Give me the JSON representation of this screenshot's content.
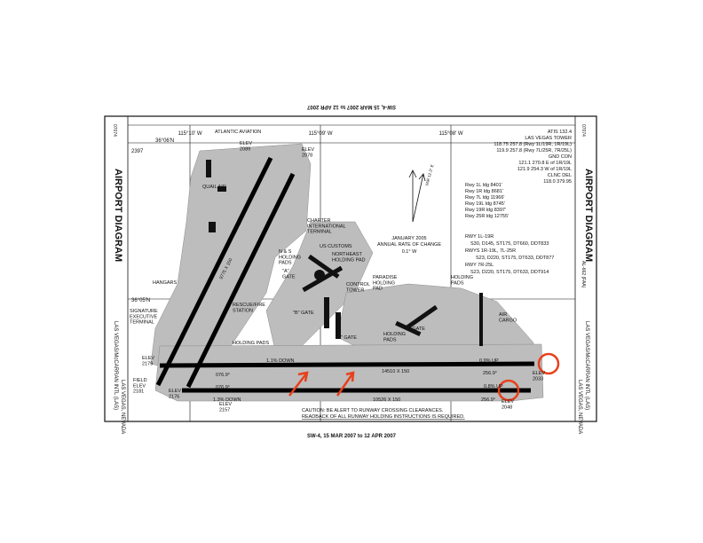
{
  "chart": {
    "title": "AIRPORT DIAGRAM",
    "code_top": "07074",
    "code_side": "AL-662 (FAA)",
    "name_left": "LAS VEGAS/McCARRAN INTL (LAS)",
    "city_left": "LAS VEGAS, NEVADA",
    "name_right": "LAS VEGAS/McCARRAN INTL (LAS)",
    "city_right": "LAS VEGAS, NEVADA",
    "cycle": "SW-4, 15 MAR 2007 to 12 APR 2007"
  },
  "coords": {
    "lon_left": "115°10' W",
    "lon_mid": "115°09' W",
    "lon_right": "115°08' W",
    "lat_top": "36°06'N",
    "lat_mid": "36°05'N"
  },
  "freqs": [
    "ATIS 132.4",
    "LAS VEGAS TOWER",
    "118.75  257.8  (Rwy 1L/19R, 1R/19L)",
    "119.9  257.8  (Rwy 7L/25R, 7R/25L)",
    "GND CON",
    "121.1  270.8 E of 1R/19L",
    "121.9  254.3 W of 1R/19L",
    "CLNC DEL",
    "118.0  379.95"
  ],
  "rwy_lengths": [
    "Rwy 1L ldg 8401'",
    "Rwy 1R ldg 8681'",
    "Rwy 7L ldg 11966'",
    "Rwy 19L ldg 8745'",
    "Rwy 19R ldg 8397'",
    "Rwy 25R ldg 12755'"
  ],
  "pcn": [
    "RWY  1L-19R",
    "S30, D145, ST175, DT660, DDT833",
    "RWYS  1R-19L, 7L-25R",
    "S23, D220, ST175, DT633, DDT877",
    "RWY  7R-25L",
    "S23, D220, ST175, DT633, DDT914"
  ],
  "magvar": {
    "date": "JANUARY 2005",
    "label": "ANNUAL RATE OF CHANGE",
    "rate": "0.1° W",
    "var": "VAR 12.3° E"
  },
  "labels": {
    "elev_2397": "2397",
    "atlantic": "ATLANTIC AVIATION",
    "elev_2089": "ELEV\n2089",
    "elev_2078": "ELEV\n2078",
    "quail": "QUAIL AIR",
    "charter": "CHARTER\nINTERNATIONAL\nTERMINAL",
    "customs": "US CUSTOMS",
    "nsholding": "N & S\nHOLDING\nPADS",
    "neholding": "NORTHEAST\nHOLDING PAD",
    "agate": "\"A\"\nGATE",
    "tower": "CONTROL\nTOWER",
    "paradise": "PARADISE\nHOLDING\nPAD",
    "holdpads_ne": "HOLDING\nPADS",
    "hangars": "HANGARS",
    "rescue": "RESCUE/FIRE\nSTATION",
    "bgate": "\"B\" GATE",
    "cgate": "\"C\" GATE",
    "dgate": "\"D\" GATE",
    "signature": "SIGNATURE\nEXECUTIVE\nTERMINAL",
    "holdpads_w": "HOLDING PADS",
    "holdpads_d": "HOLDING\nPADS",
    "aircargo": "AIR\nCARGO",
    "elev_2179": "ELEV\n2179",
    "field_elev": "FIELD\nELEV\n2181",
    "elev_2176": "ELEV\n2176",
    "elev_2157": "ELEV\n2157",
    "elev_2033": "ELEV\n2033",
    "elev_2048": "ELEV\n2048",
    "grade_1": "1.1% DOWN",
    "grade_2": "1.3% DOWN",
    "grade_3": "0.9% UP",
    "grade_4": "0.8% UP",
    "hdg_7r": "076.9°",
    "hdg_7l": "076.9°",
    "hdg_25l": "256.9°",
    "hdg_25r": "256.9°",
    "dim_7r": "14510 X 150",
    "dim_7l": "10526 X 150",
    "dim_1l": "9775 X 150",
    "dim_1r": "9771 X 150",
    "caution1": "CAUTION: BE ALERT TO RUNWAY CROSSING CLEARANCES.",
    "caution2": "READBACK OF ALL RUNWAY HOLDING INSTRUCTIONS IS REQUIRED."
  },
  "colors": {
    "ink": "#111111",
    "pavement": "#bdbdbd",
    "annotation": "#e8401c",
    "background": "#ffffff"
  }
}
